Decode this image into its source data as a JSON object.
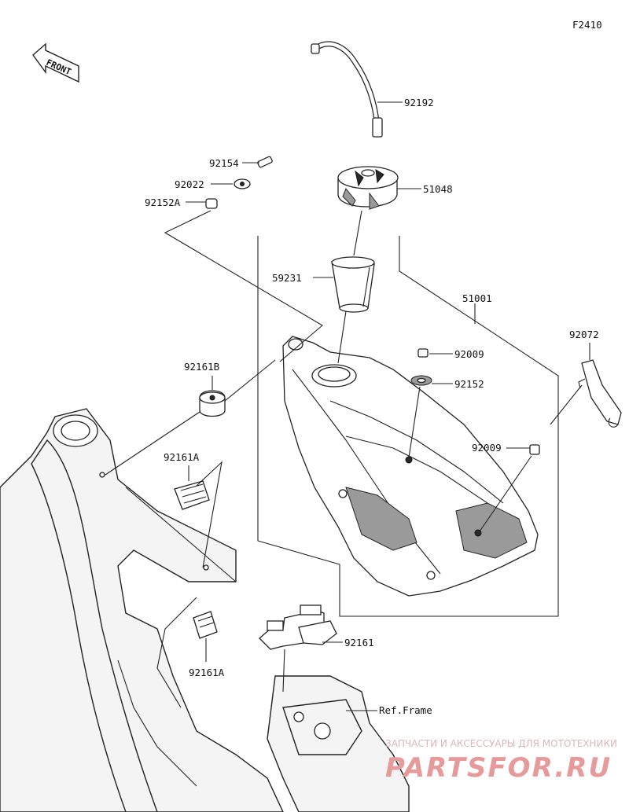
{
  "figure_code": "F2410",
  "direction_label": "FRONT",
  "parts": {
    "p92192": "92192",
    "p51048": "51048",
    "p92154": "92154",
    "p92022": "92022",
    "p92152A": "92152A",
    "p59231": "59231",
    "p51001": "51001",
    "p92009_top": "92009",
    "p92152": "92152",
    "p92161B": "92161B",
    "p92072": "92072",
    "p92009_side": "92009",
    "p92161A_top": "92161A",
    "p92161A_bottom": "92161A",
    "p92161": "92161",
    "ref_frame": "Ref.Frame"
  },
  "watermark": {
    "subtitle": "ЗАПЧАСТИ И АКСЕССУАРЫ ДЛЯ МОТОТЕХНИКИ",
    "brand": "PARTSFOR.RU"
  }
}
